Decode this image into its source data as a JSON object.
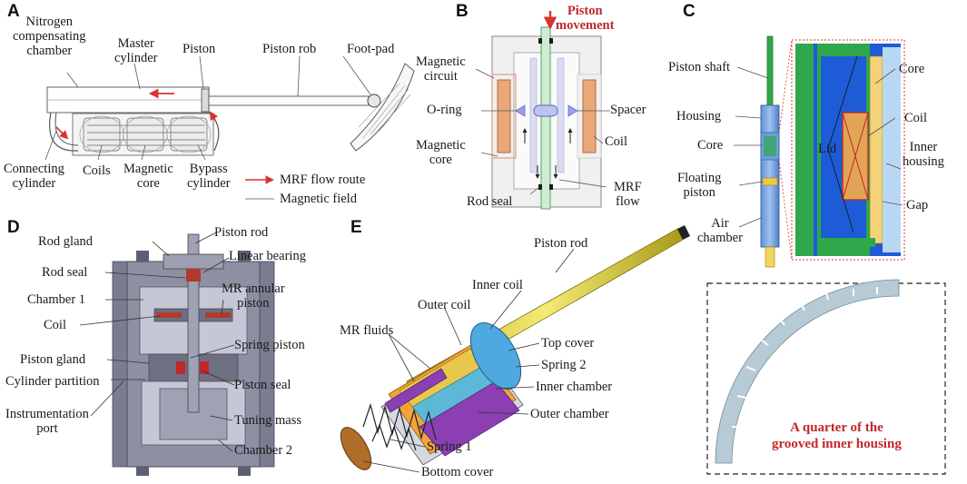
{
  "panels": {
    "a": "A",
    "b": "B",
    "c": "C",
    "d": "D",
    "e": "E"
  },
  "colors": {
    "mrf_flow": "#d9342b",
    "coil": "#e8a877",
    "housing_blue": "#1e5bd6",
    "green": "#2ea84a",
    "shaft_yellow": "#e9dc4c",
    "shell_gray": "#8d8fa3",
    "purple": "#8b3fb3",
    "dark_red": "#c0282a"
  },
  "panel_a": {
    "nitrogen_chamber": [
      "Nitrogen",
      "compensating",
      "chamber"
    ],
    "master_cylinder": [
      "Master",
      "cylinder"
    ],
    "piston": "Piston",
    "piston_rob": "Piston rob",
    "foot_pad": "Foot-pad",
    "connecting_cylinder": [
      "Connecting",
      "cylinder"
    ],
    "coils": "Coils",
    "magnetic_core": [
      "Magnetic",
      "core"
    ],
    "bypass_cylinder": [
      "Bypass",
      "cylinder"
    ],
    "legend_mrf": "MRF flow route",
    "legend_field": "Magnetic field"
  },
  "panel_b": {
    "piston_movement": [
      "Piston",
      "movement"
    ],
    "magnetic_circuit": [
      "Magnetic",
      "circuit"
    ],
    "o_ring": "O-ring",
    "spacer": "Spacer",
    "magnetic_core": [
      "Magnetic",
      "core"
    ],
    "coil": "Coil",
    "rod_seal": "Rod seal",
    "mrf_flow": [
      "MRF",
      "flow"
    ]
  },
  "panel_c": {
    "piston_shaft": "Piston shaft",
    "housing": "Housing",
    "core_left": "Core",
    "floating_piston": [
      "Floating",
      "piston"
    ],
    "air_chamber": [
      "Air",
      "chamber"
    ],
    "lid": "Lid",
    "core_right": "Core",
    "coil": "Coil",
    "inner_housing": [
      "Inner",
      "housing"
    ],
    "gap": "Gap",
    "quarter_note": [
      "A quarter of the",
      "grooved inner housing"
    ]
  },
  "panel_d": {
    "rod_gland": "Rod gland",
    "piston_rod": "Piston rod",
    "linear_bearing": "Linear bearing",
    "rod_seal": "Rod seal",
    "chamber_1": "Chamber 1",
    "mr_annular_piston": [
      "MR annular",
      "piston"
    ],
    "coil": "Coil",
    "spring_piston": "Spring piston",
    "piston_gland": "Piston gland",
    "piston_seal": "Piston seal",
    "cylinder_partition": "Cylinder partition",
    "tuning_mass": "Tuning mass",
    "instrumentation_port": [
      "Instrumentation",
      "port"
    ],
    "chamber_2": "Chamber 2"
  },
  "panel_e": {
    "piston_rod": "Piston rod",
    "inner_coil": "Inner coil",
    "outer_coil": "Outer coil",
    "top_cover": "Top cover",
    "mr_fluids": "MR fluids",
    "spring_2": "Spring 2",
    "inner_chamber": "Inner chamber",
    "outer_chamber": "Outer chamber",
    "spring_1": "Spring 1",
    "bottom_cover": "Bottom cover"
  }
}
